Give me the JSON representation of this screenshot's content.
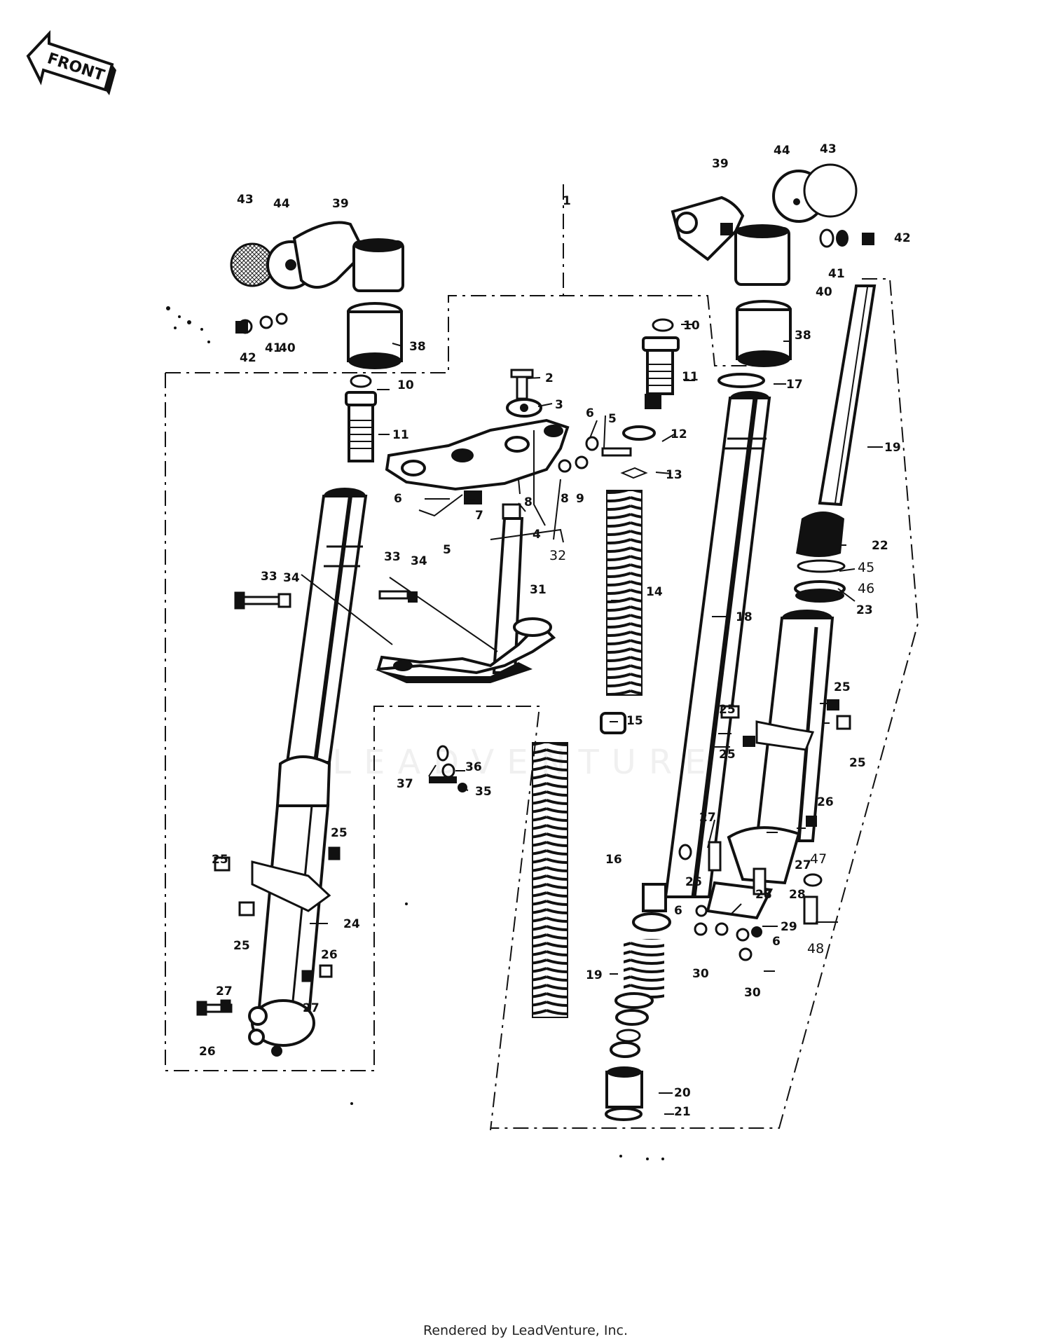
{
  "direction_label": "FRONT",
  "watermark": "LEADVENTURE",
  "footer": "Rendered by LeadVenture, Inc.",
  "callouts": [
    "1",
    "2",
    "3",
    "4",
    "5",
    "5",
    "6",
    "6",
    "6",
    "6",
    "7",
    "8",
    "8",
    "9",
    "10",
    "10",
    "11",
    "11",
    "12",
    "13",
    "14",
    "15",
    "16",
    "17",
    "18",
    "19",
    "19",
    "20",
    "21",
    "22",
    "23",
    "24",
    "25",
    "25",
    "25",
    "25",
    "25",
    "25",
    "25",
    "26",
    "26",
    "26",
    "26",
    "27",
    "27",
    "27",
    "27",
    "28",
    "28",
    "29",
    "30",
    "30",
    "31",
    "32",
    "33",
    "33",
    "34",
    "34",
    "35",
    "36",
    "37",
    "38",
    "38",
    "39",
    "39",
    "40",
    "40",
    "41",
    "41",
    "42",
    "42",
    "43",
    "43",
    "44",
    "44",
    "45",
    "46",
    "47",
    "48"
  ]
}
